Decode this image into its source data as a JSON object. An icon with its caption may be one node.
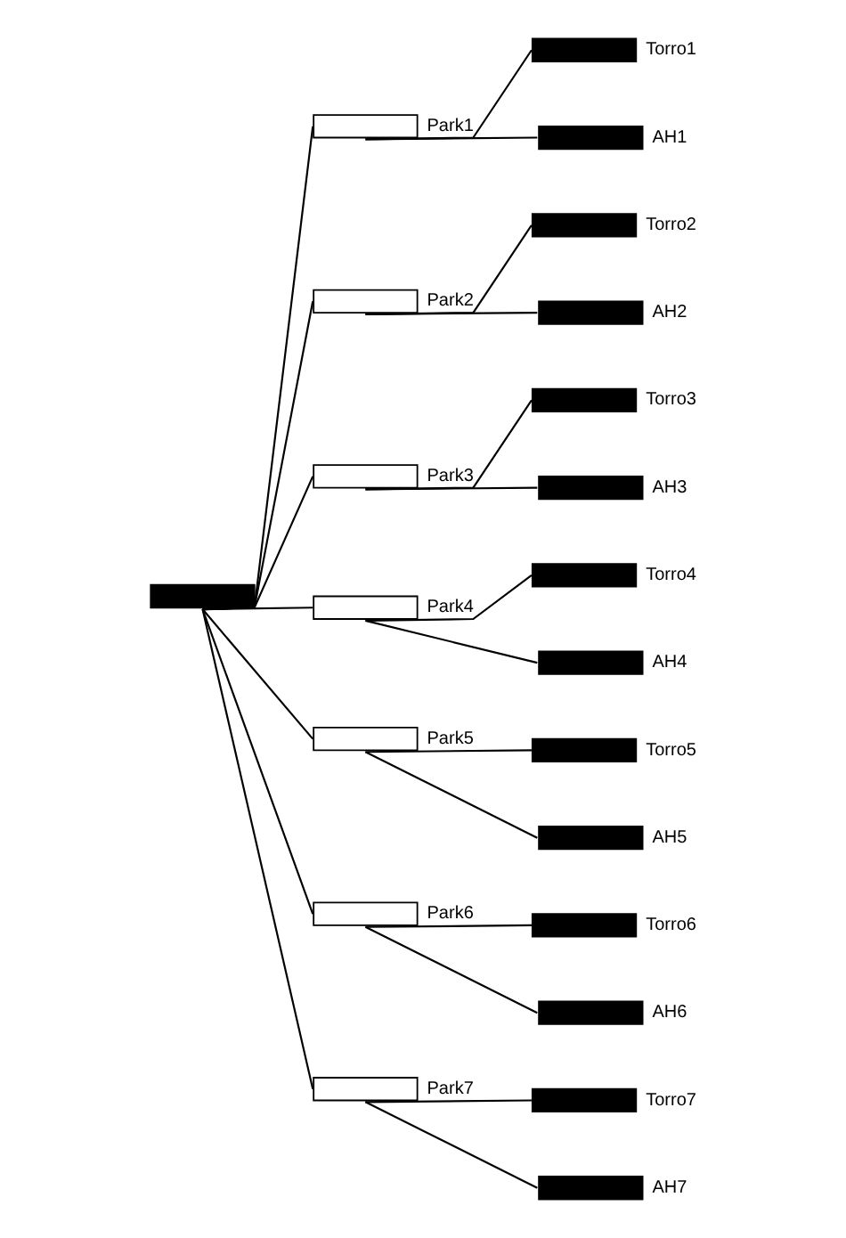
{
  "diagram": {
    "nodes": [
      {
        "text": [],
        "shape": "bar"
      },
      {
        "text": [],
        "shape": "box",
        "beside": [
          "Park1"
        ]
      },
      {
        "text": [],
        "shape": "bar",
        "beside": [
          "Torro1"
        ]
      },
      {
        "text": [],
        "shape": "bar",
        "beside": [
          "AH1"
        ]
      },
      {
        "text": [],
        "shape": "box",
        "beside": [
          "Park2"
        ]
      },
      {
        "text": [],
        "shape": "bar",
        "beside": [
          "Torro2"
        ]
      },
      {
        "text": [],
        "shape": "bar",
        "beside": [
          "AH2"
        ]
      },
      {
        "text": [],
        "shape": "box",
        "beside": [
          "Park3"
        ]
      },
      {
        "text": [],
        "shape": "bar",
        "beside": [
          "Torro3"
        ]
      },
      {
        "text": [],
        "shape": "bar",
        "beside": [
          "AH3"
        ]
      },
      {
        "text": [],
        "shape": "box",
        "beside": [
          "Park4"
        ]
      },
      {
        "text": [],
        "shape": "bar",
        "beside": [
          "Torro4"
        ]
      },
      {
        "text": [],
        "shape": "bar",
        "beside": [
          "AH4"
        ]
      },
      {
        "text": [],
        "shape": "box",
        "beside": [
          "Park5"
        ]
      },
      {
        "text": [],
        "shape": "bar",
        "beside": [
          "Torro5"
        ]
      },
      {
        "text": [],
        "shape": "bar",
        "beside": [
          "AH5"
        ]
      },
      {
        "text": [],
        "shape": "box",
        "beside": [
          "Park6"
        ]
      },
      {
        "text": [],
        "shape": "bar",
        "beside": [
          "Torro6"
        ]
      },
      {
        "text": [],
        "shape": "bar",
        "beside": [
          "AH6"
        ]
      },
      {
        "text": [],
        "shape": "box",
        "beside": [
          "Park7"
        ]
      },
      {
        "text": [],
        "shape": "bar",
        "beside": [
          "Torro7"
        ]
      },
      {
        "text": [],
        "shape": "bar",
        "beside": [
          "AH7"
        ]
      }
    ],
    "edges": [
      {
        "from": 0,
        "to": 1,
        "arrow": "none"
      },
      {
        "from": 1,
        "to": 2,
        "arrow": "none"
      },
      {
        "from": 1,
        "to": 3,
        "arrow": "none"
      },
      {
        "from": 0,
        "to": 4,
        "arrow": "none"
      },
      {
        "from": 4,
        "to": 5,
        "arrow": "none"
      },
      {
        "from": 4,
        "to": 6,
        "arrow": "none"
      },
      {
        "from": 0,
        "to": 7,
        "arrow": "none"
      },
      {
        "from": 7,
        "to": 8,
        "arrow": "none"
      },
      {
        "from": 7,
        "to": 9,
        "arrow": "none"
      },
      {
        "from": 0,
        "to": 10,
        "arrow": "none"
      },
      {
        "from": 10,
        "to": 11,
        "arrow": "none"
      },
      {
        "from": 10,
        "to": 12,
        "arrow": "none"
      },
      {
        "from": 0,
        "to": 13,
        "arrow": "none"
      },
      {
        "from": 13,
        "to": 14,
        "arrow": "none"
      },
      {
        "from": 13,
        "to": 15,
        "arrow": "none"
      },
      {
        "from": 0,
        "to": 16,
        "arrow": "none"
      },
      {
        "from": 16,
        "to": 17,
        "arrow": "none"
      },
      {
        "from": 16,
        "to": 18,
        "arrow": "none"
      },
      {
        "from": 0,
        "to": 19,
        "arrow": "none"
      },
      {
        "from": 19,
        "to": 20,
        "arrow": "none"
      },
      {
        "from": 19,
        "to": 21,
        "arrow": "none"
      }
    ]
  }
}
